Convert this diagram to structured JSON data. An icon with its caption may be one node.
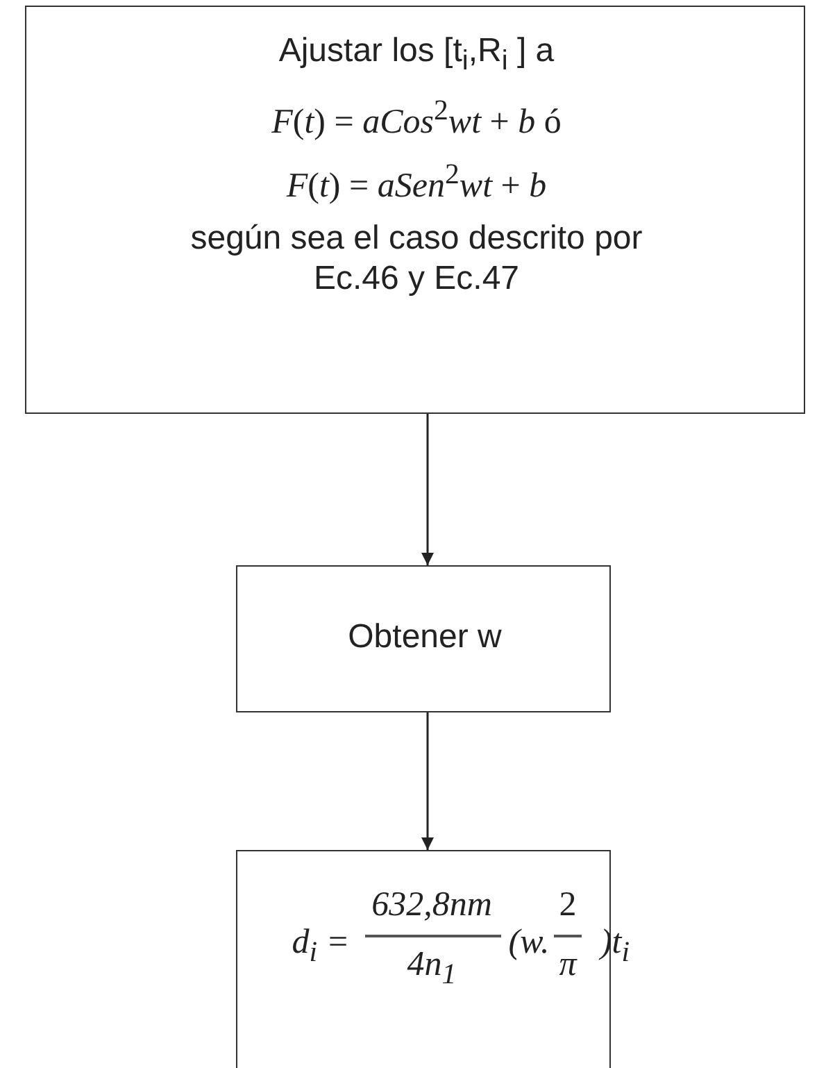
{
  "diagram": {
    "nodes": [
      {
        "text": [
          "Ajustar los [t$_{i}$,R$_{i}$ ] a",
          "*F*(*t*) = *aCos*$^{2}$*wt* + *b* ó",
          "*F*(*t*) = *aSen*$^{2}$*wt* + *b*",
          "según sea el caso descrito por Ec.46 y Ec.47"
        ]
      },
      {
        "text": [
          "Obtener w"
        ]
      },
      {
        "text": [
          "d$_{i}$ =",
          "632,8nm",
          "4n$_{1}$",
          "(w.",
          "2",
          "π",
          ")t$_{i}$"
        ]
      }
    ],
    "edges": [
      {
        "from": 0,
        "to": 1,
        "arrow": "to"
      },
      {
        "from": 1,
        "to": 2,
        "arrow": "to"
      }
    ]
  }
}
